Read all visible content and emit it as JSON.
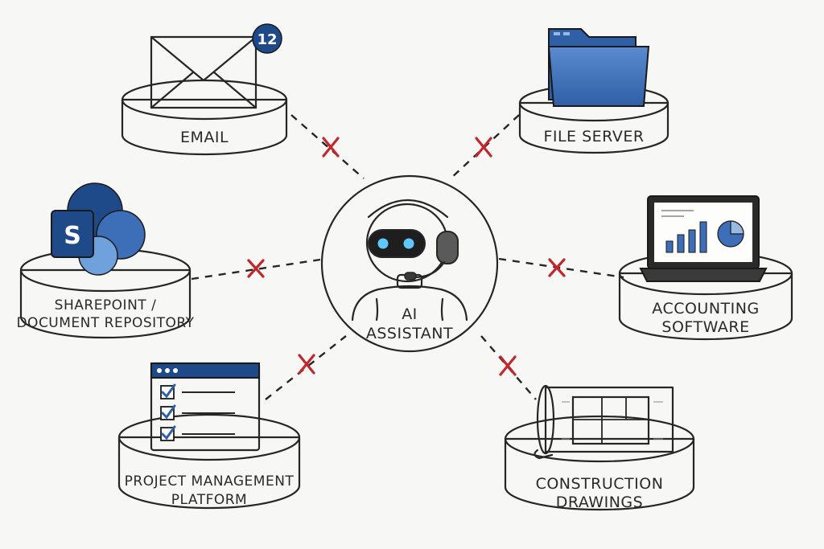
{
  "center": {
    "label_line1": "AI",
    "label_line2": "ASSISTANT",
    "icon": "robot-headset-icon"
  },
  "systems": [
    {
      "id": "email",
      "label_lines": [
        "EMAIL"
      ],
      "icon": "envelope-icon",
      "badge": "12"
    },
    {
      "id": "file-server",
      "label_lines": [
        "FILE SERVER"
      ],
      "icon": "folder-icon"
    },
    {
      "id": "sharepoint",
      "label_lines": [
        "SHAREPOINT /",
        "DOCUMENT REPOSITORY"
      ],
      "icon": "sharepoint-icon",
      "icon_letter": "S"
    },
    {
      "id": "accounting",
      "label_lines": [
        "ACCOUNTING",
        "SOFTWARE"
      ],
      "icon": "laptop-chart-icon"
    },
    {
      "id": "project-management",
      "label_lines": [
        "PROJECT MANAGEMENT",
        "PLATFORM"
      ],
      "icon": "checklist-window-icon"
    },
    {
      "id": "construction-drawings",
      "label_lines": [
        "CONSTRUCTION",
        "DRAWINGS"
      ],
      "icon": "blueprint-icon"
    }
  ],
  "connection_status": "blocked",
  "colors": {
    "accent_blue": "#3d6fb8",
    "dark_blue": "#1f4a8a",
    "block_red": "#c0282d",
    "ink": "#262626",
    "background": "#f7f7f5",
    "robot_eye": "#5fc8ff"
  }
}
